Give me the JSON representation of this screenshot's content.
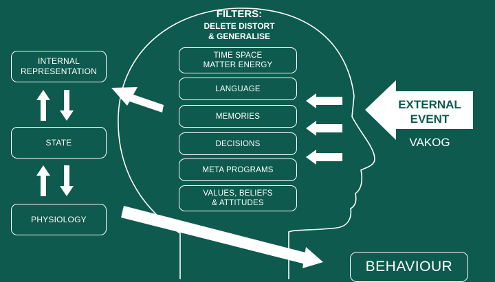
{
  "title": {
    "main": "FILTERS:",
    "sub": "DELETE DISTORT\n& GENERALISE"
  },
  "left_boxes": {
    "internal_representation": "INTERNAL\nREPRESENTATION",
    "state": "STATE",
    "physiology": "PHYSIOLOGY"
  },
  "filters": [
    "TIME SPACE\nMATTER ENERGY",
    "LANGUAGE",
    "MEMORIES",
    "DECISIONS",
    "META PROGRAMS",
    "VALUES, BELIEFS\n& ATTITUDES"
  ],
  "external_event": {
    "label": "EXTERNAL\nEVENT",
    "senses": "VAKOG"
  },
  "behaviour": "BEHAVIOUR",
  "colors": {
    "background": "#0e5a4e",
    "foreground": "#ffffff"
  }
}
